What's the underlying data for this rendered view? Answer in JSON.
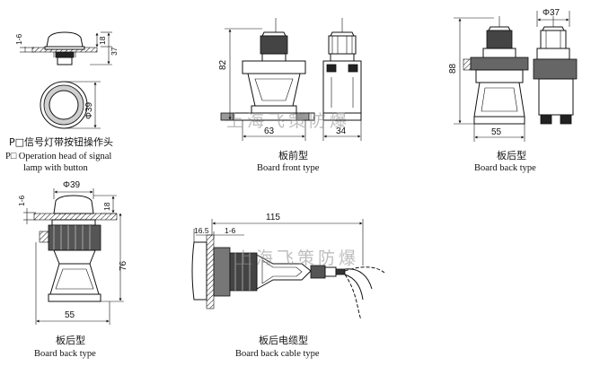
{
  "views": {
    "head": {
      "title_zh": "P□信号灯带按钮操作头",
      "title_en_1": "P□ Operation head of signal",
      "title_en_2": "lamp with button",
      "dim_thickness": "1-6",
      "dim_height_small": "18",
      "dim_height_total": "37",
      "dim_diameter": "Φ39"
    },
    "front": {
      "title_zh": "板前型",
      "title_en": "Board front type",
      "dim_height": "82",
      "dim_width": "63",
      "dim_side_width": "34"
    },
    "back_top": {
      "title_zh": "板后型",
      "title_en": "Board back type",
      "dim_height": "88",
      "dim_width": "55",
      "dim_diameter": "Φ37"
    },
    "back_bottom": {
      "title_zh": "板后型",
      "title_en": "Board back type",
      "dim_thickness": "1-6",
      "dim_diameter": "Φ39",
      "dim_head": "18",
      "dim_height": "76",
      "dim_width": "55"
    },
    "cable": {
      "title_zh": "板后电缆型",
      "title_en": "Board back cable type",
      "dim_length": "115",
      "dim_offset": "16.5",
      "dim_thickness": "1-6"
    }
  },
  "watermark": {
    "text_1": "上海飞策防爆",
    "text_2": "上海飞策防爆"
  }
}
